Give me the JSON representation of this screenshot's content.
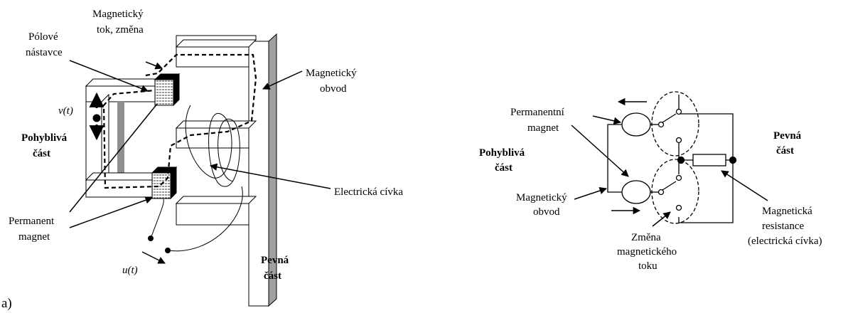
{
  "figure": {
    "left": {
      "magnetic_flux_change": [
        "Magnetický",
        "tok, změna"
      ],
      "pole_pieces": [
        "Pólové",
        "nástavce"
      ],
      "magnetic_circuit": [
        "Magnetický",
        "obvod"
      ],
      "velocity": "v(t)",
      "moving_part": [
        "Pohyblivá",
        "část"
      ],
      "electric_coil": "Electrická cívka",
      "permanent_magnet": [
        "Permanent",
        "magnet"
      ],
      "voltage": "u(t)",
      "fixed_part": [
        "Pevná",
        "část"
      ]
    },
    "right": {
      "permanent_magnet": [
        "Permanentní",
        "magnet"
      ],
      "moving_part": [
        "Pohyblivá",
        "část"
      ],
      "magnetic_circuit": [
        "Magnetický",
        "obvod"
      ],
      "flux_change": [
        "Změna",
        "magnetického",
        "toku"
      ],
      "magnetic_resistance": [
        "Magnetická",
        "resistance",
        "(electrická cívka)"
      ],
      "fixed_part": [
        "Pevná",
        "část"
      ]
    },
    "panel_label": "a)"
  }
}
